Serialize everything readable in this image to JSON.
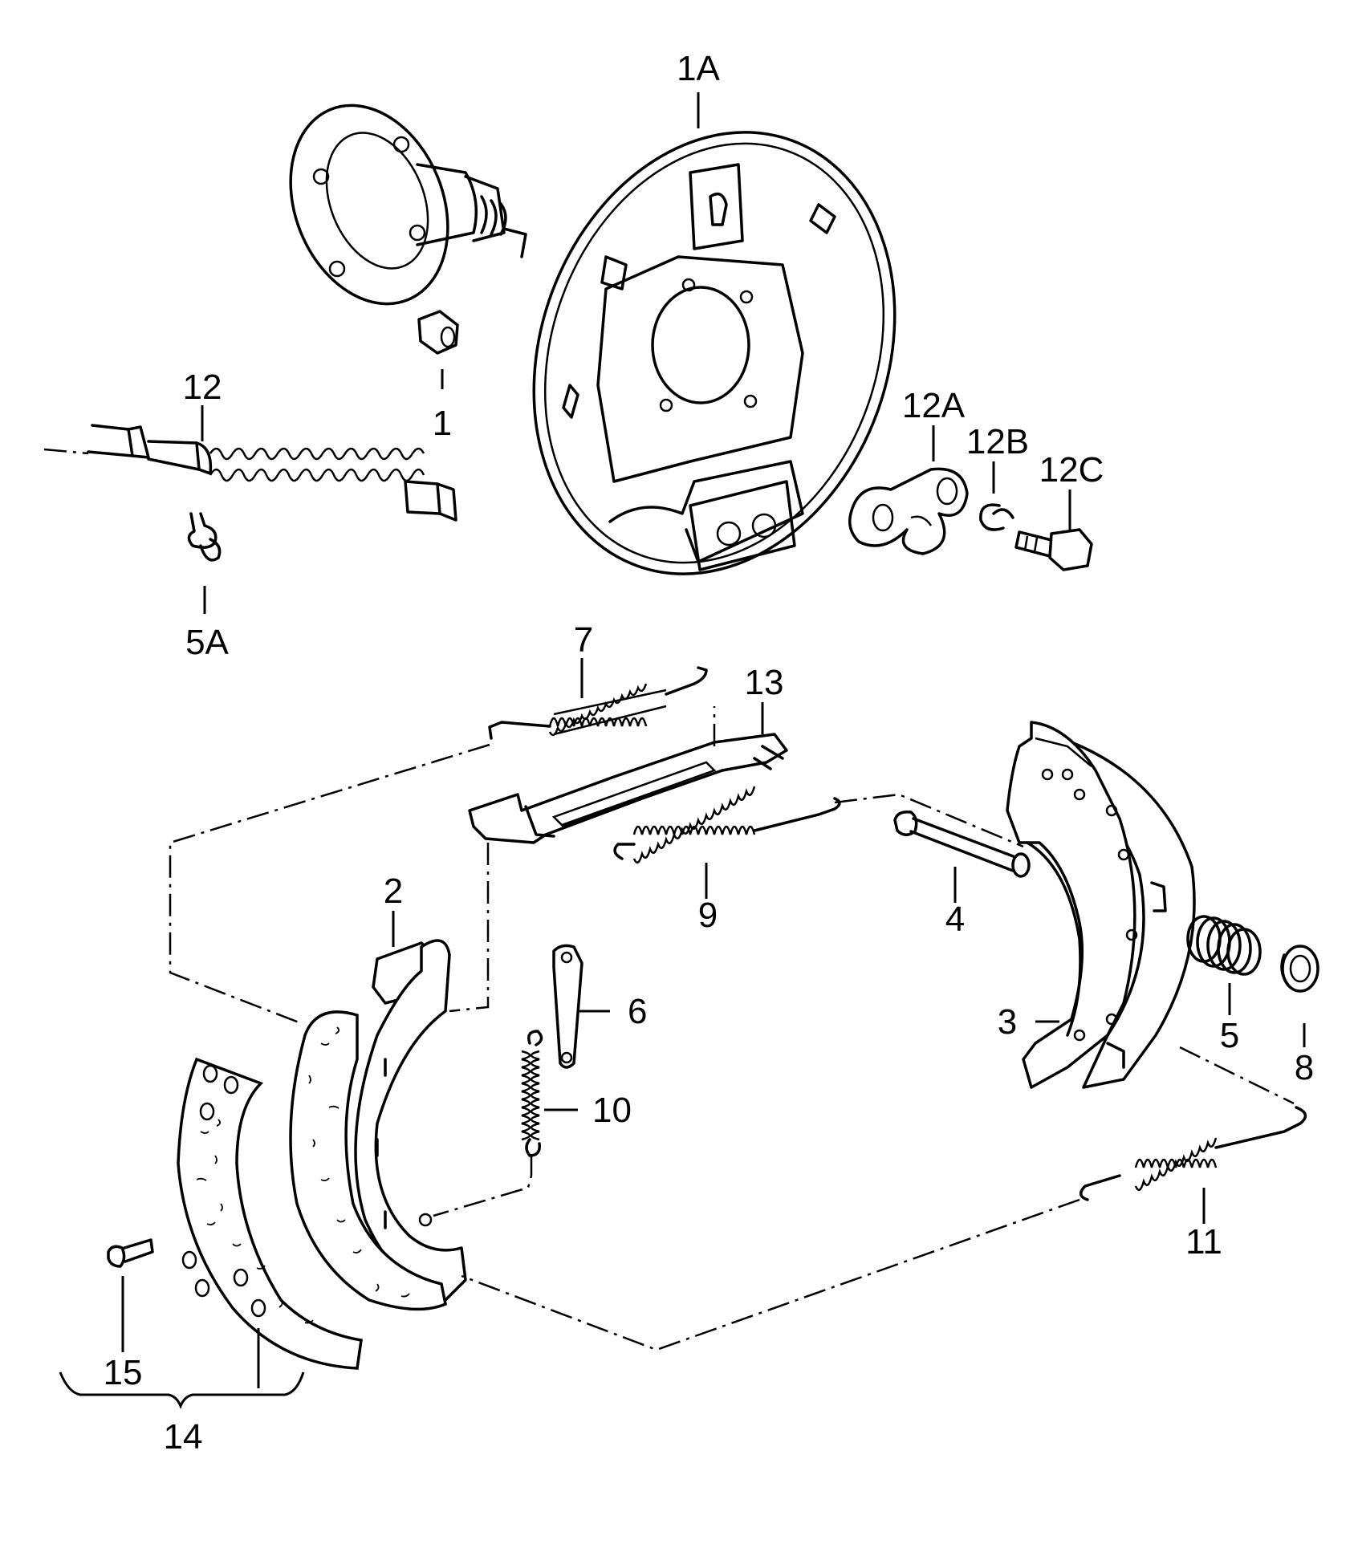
{
  "callouts": {
    "c1A": "1A",
    "c1": "1",
    "c12": "12",
    "c5A": "5A",
    "c12A": "12A",
    "c12B": "12B",
    "c12C": "12C",
    "c7": "7",
    "c13": "13",
    "c9": "9",
    "c4": "4",
    "c2": "2",
    "c6": "6",
    "c10": "10",
    "c3": "3",
    "c5": "5",
    "c8": "8",
    "c11": "11",
    "c15": "15",
    "c14": "14"
  }
}
